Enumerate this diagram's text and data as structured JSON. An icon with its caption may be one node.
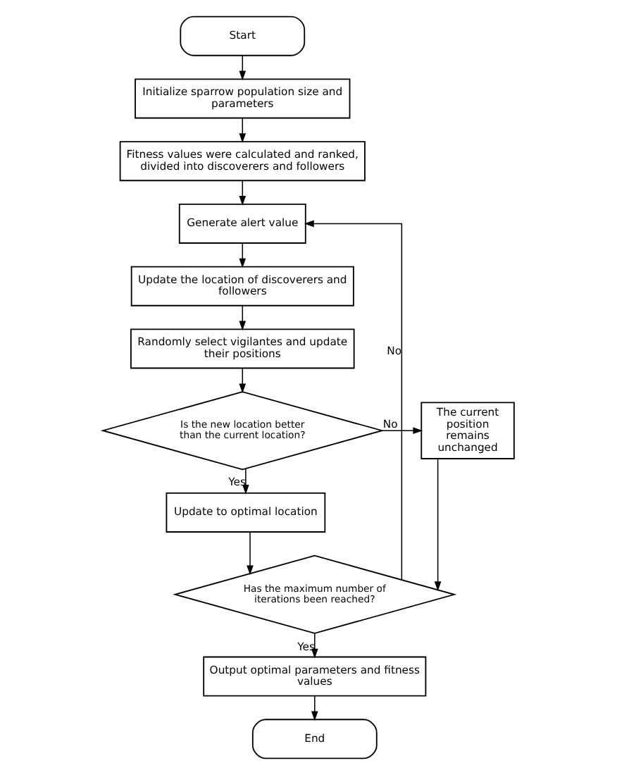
{
  "diagram": {
    "nodes": [
      {
        "text": [
          "Start"
        ]
      },
      {
        "text": [
          "Initialize sparrow population size and parameters"
        ]
      },
      {
        "text": [
          "Fitness values were calculated and ranked, divided into discoverers and followers"
        ]
      },
      {
        "text": [
          "Generate alert value"
        ]
      },
      {
        "text": [
          "Update the location of discoverers and followers"
        ]
      },
      {
        "text": [
          "Randomly select vigilantes and update their positions"
        ]
      },
      {
        "text": [
          "Is the new location better than the current location?"
        ]
      },
      {
        "text": [
          "The current position remains unchanged"
        ]
      },
      {
        "text": [
          "Update to optimal location"
        ]
      },
      {
        "text": [
          "Has the maximum number of iterations been reached?"
        ]
      },
      {
        "text": [
          "Output optimal parameters and fitness values"
        ]
      },
      {
        "text": [
          "End"
        ]
      }
    ],
    "edges": [
      {
        "from": 0,
        "to": 1,
        "arrow": "to"
      },
      {
        "from": 1,
        "to": 2,
        "arrow": "to"
      },
      {
        "from": 2,
        "to": 3,
        "arrow": "to"
      },
      {
        "from": 3,
        "to": 4,
        "arrow": "to"
      },
      {
        "from": 4,
        "to": 5,
        "arrow": "to"
      },
      {
        "from": 5,
        "to": 6,
        "arrow": "to"
      },
      {
        "from": 6,
        "to": 7,
        "arrow": "to",
        "label": "No"
      },
      {
        "from": 6,
        "to": 8,
        "arrow": "to",
        "label": "Yes"
      },
      {
        "from": 8,
        "to": 9,
        "arrow": "to"
      },
      {
        "from": 7,
        "to": 9,
        "arrow": "to"
      },
      {
        "from": 9,
        "to": 10,
        "arrow": "to",
        "label": "Yes"
      },
      {
        "from": 9,
        "to": 3,
        "arrow": "to",
        "label": "No"
      },
      {
        "from": 10,
        "to": 11,
        "arrow": "to"
      }
    ]
  }
}
